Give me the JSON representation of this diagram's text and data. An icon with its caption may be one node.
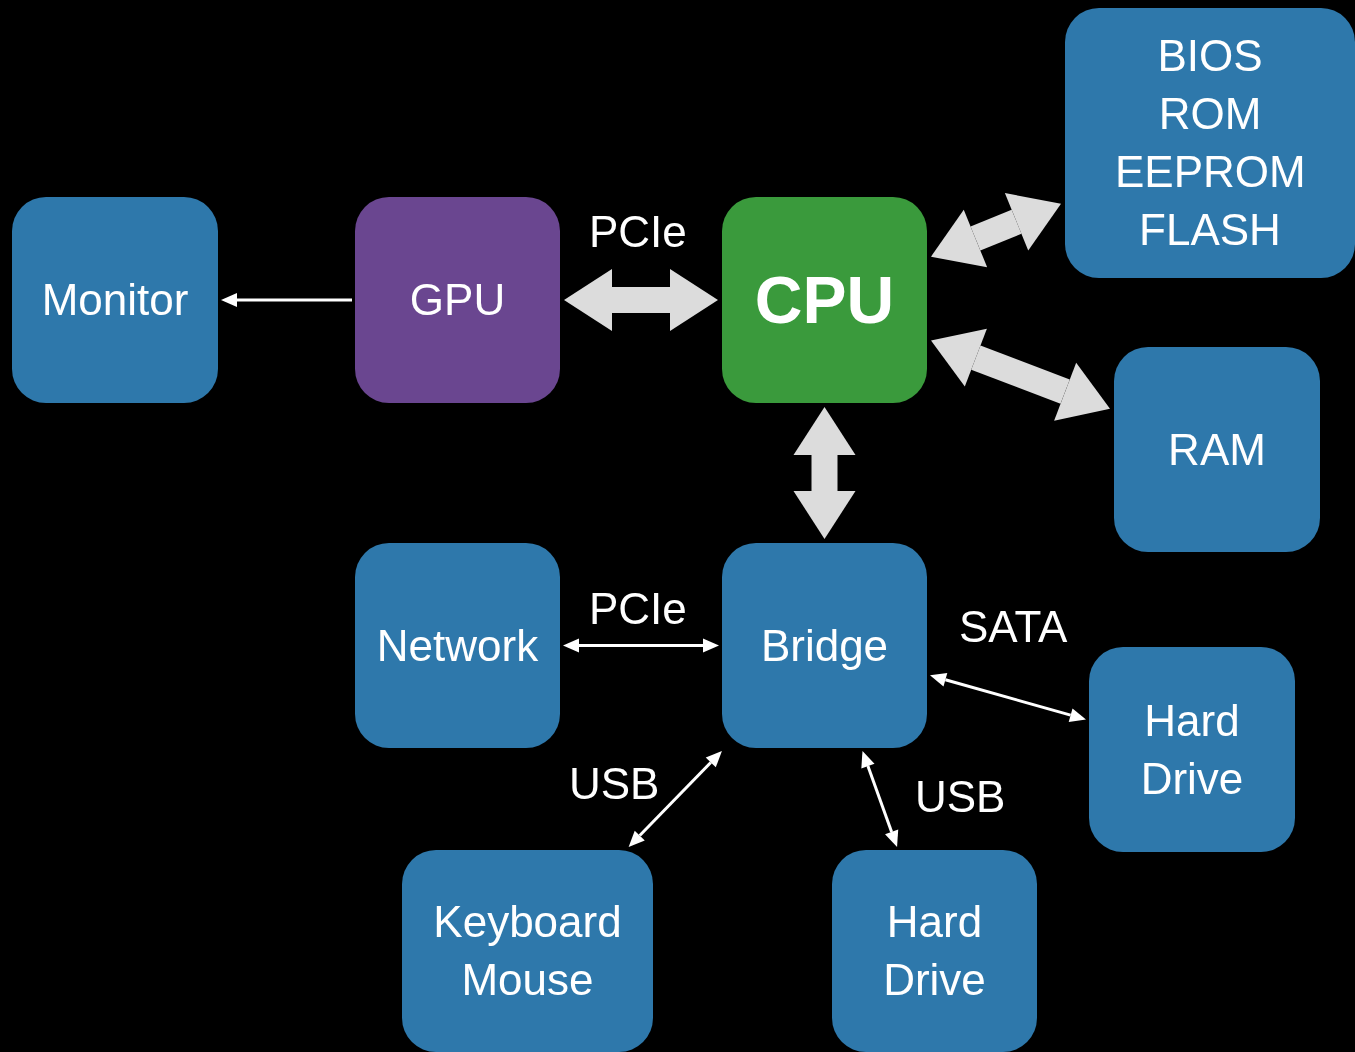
{
  "diagram": {
    "nodes": [
      {
        "text": [
          "Monitor"
        ]
      },
      {
        "text": [
          "GPU"
        ]
      },
      {
        "text": [
          "CPU"
        ]
      },
      {
        "text": [
          "BIOS ROM EEPROM FLASH"
        ]
      },
      {
        "text": [
          "RAM"
        ]
      },
      {
        "text": [
          "Network"
        ]
      },
      {
        "text": [
          "Bridge"
        ]
      },
      {
        "text": [
          "Hard Drive"
        ]
      },
      {
        "text": [
          "Keyboard Mouse"
        ]
      },
      {
        "text": [
          "Hard Drive"
        ]
      }
    ],
    "edges": [
      {
        "from": 1,
        "to": 0,
        "arrow": "to"
      },
      {
        "from": 1,
        "to": 2,
        "arrow": "both",
        "label": "PCIe",
        "style": "thick",
        "color": "#dcdcdc"
      },
      {
        "from": 2,
        "to": 3,
        "arrow": "both",
        "style": "thick",
        "color": "#dcdcdc"
      },
      {
        "from": 2,
        "to": 4,
        "arrow": "both",
        "style": "thick",
        "color": "#dcdcdc"
      },
      {
        "from": 2,
        "to": 6,
        "arrow": "both",
        "style": "thick",
        "color": "#dcdcdc"
      },
      {
        "from": 5,
        "to": 6,
        "arrow": "both",
        "label": "PCIe"
      },
      {
        "from": 6,
        "to": 7,
        "arrow": "both",
        "label": "SATA"
      },
      {
        "from": 6,
        "to": 8,
        "arrow": "both",
        "label": "USB"
      },
      {
        "from": 6,
        "to": 9,
        "arrow": "both",
        "label": "USB"
      }
    ]
  }
}
